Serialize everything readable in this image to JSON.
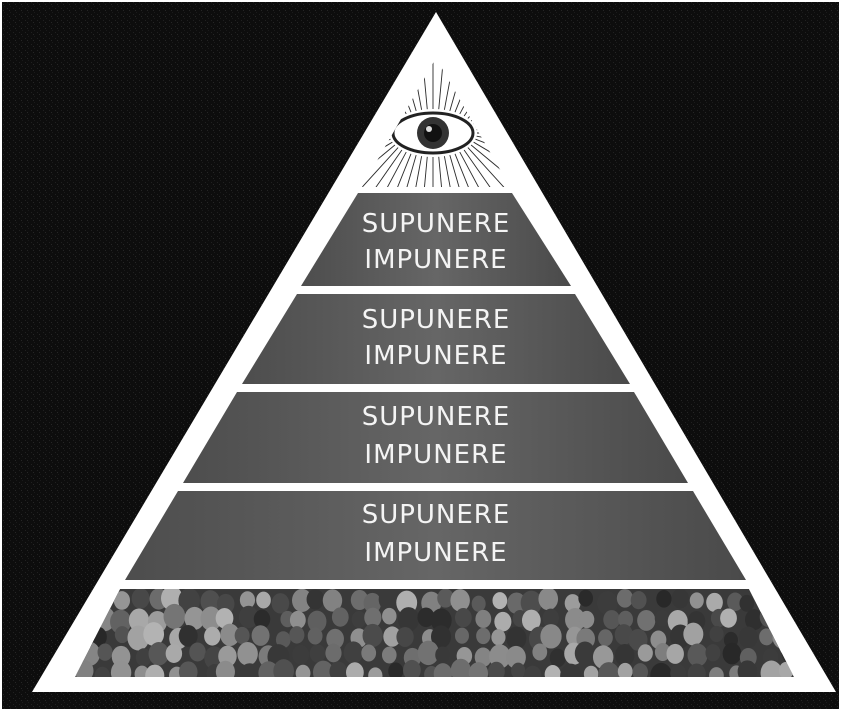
{
  "diagram": {
    "type": "pyramid",
    "apex": {
      "icon": "all-seeing-eye-icon"
    },
    "tiers": [
      {
        "line1": "SUPUNERE",
        "line2": "IMPUNERE"
      },
      {
        "line1": "SUPUNERE",
        "line2": "IMPUNERE"
      },
      {
        "line1": "SUPUNERE",
        "line2": "IMPUNERE"
      },
      {
        "line1": "SUPUNERE",
        "line2": "IMPUNERE"
      }
    ],
    "base": {
      "icon": "crowd-of-people-icon"
    }
  },
  "colors": {
    "background": "#0c0c0c",
    "pyramid_frame": "#ffffff",
    "tier_fill": "#5a5a5a",
    "tier_text": "#f4f4f4",
    "crowd_fill": "#3a3a3a"
  }
}
